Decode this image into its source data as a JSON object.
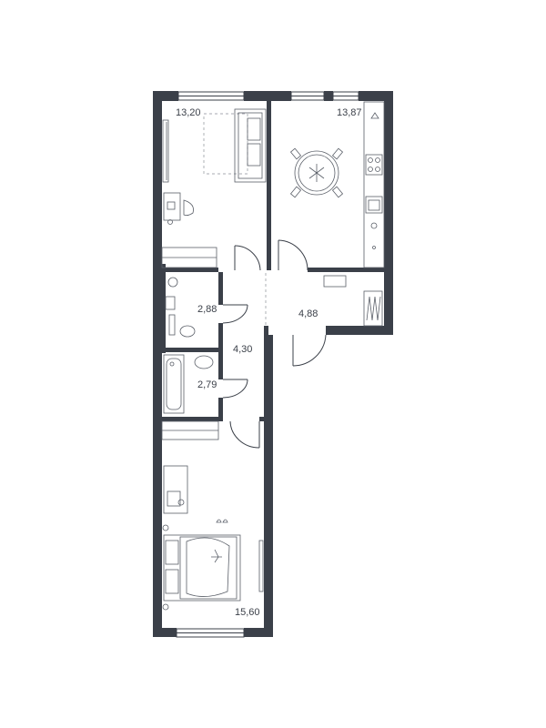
{
  "floor_plan": {
    "rooms": [
      {
        "id": "living-room",
        "area": "13,20"
      },
      {
        "id": "kitchen",
        "area": "13,87"
      },
      {
        "id": "bathroom",
        "area": "2,88"
      },
      {
        "id": "hall",
        "area": "4,30"
      },
      {
        "id": "corridor",
        "area": "4,88"
      },
      {
        "id": "shower-room",
        "area": "2,79"
      },
      {
        "id": "bedroom",
        "area": "15,60"
      }
    ],
    "colors": {
      "wall": "#3b4049",
      "furniture": "#5a5f68",
      "background": "#ffffff"
    }
  }
}
